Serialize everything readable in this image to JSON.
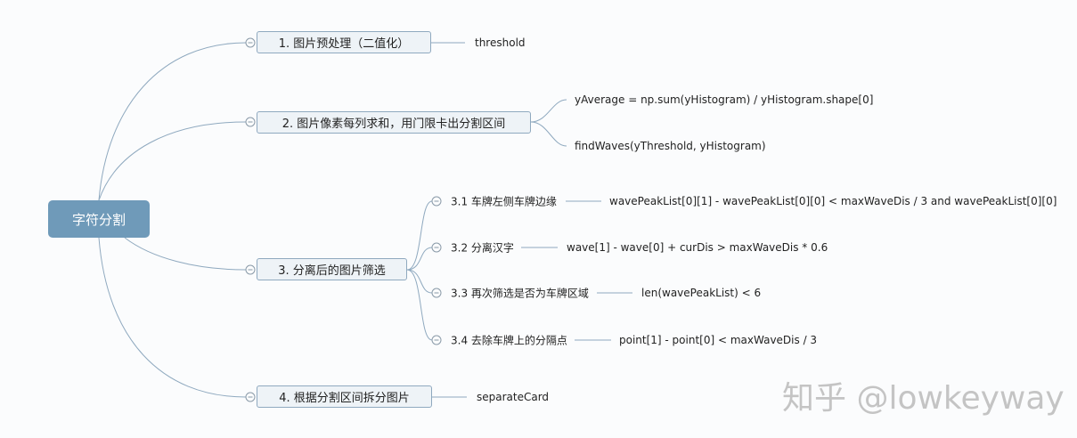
{
  "root": "字符分割",
  "branches": [
    {
      "label": "1. 图片预处理（二值化）",
      "children": [
        "threshold"
      ]
    },
    {
      "label": "2. 图片像素每列求和，用门限卡出分割区间",
      "children": [
        "yAverage = np.sum(yHistogram) / yHistogram.shape[0]",
        "findWaves(yThreshold, yHistogram)"
      ]
    },
    {
      "label": "3. 分离后的图片筛选",
      "children": [
        {
          "label": "3.1 车牌左侧车牌边缘",
          "detail": "wavePeakList[0][1] - wavePeakList[0][0] < maxWaveDis / 3 and wavePeakList[0][0]"
        },
        {
          "label": "3.2 分离汉字",
          "detail": "wave[1] - wave[0] + curDis > maxWaveDis * 0.6"
        },
        {
          "label": "3.3 再次筛选是否为车牌区域",
          "detail": "len(wavePeakList) < 6"
        },
        {
          "label": "3.4 去除车牌上的分隔点",
          "detail": "point[1] - point[0] < maxWaveDis / 3"
        }
      ]
    },
    {
      "label": "4. 根据分割区间拆分图片",
      "children": [
        "separateCard"
      ]
    }
  ],
  "watermark": "知乎 @lowkeyway",
  "colors": {
    "root": "#6f9ab9",
    "node_fill": "#eef3f7",
    "line": "#8fa9bf"
  }
}
